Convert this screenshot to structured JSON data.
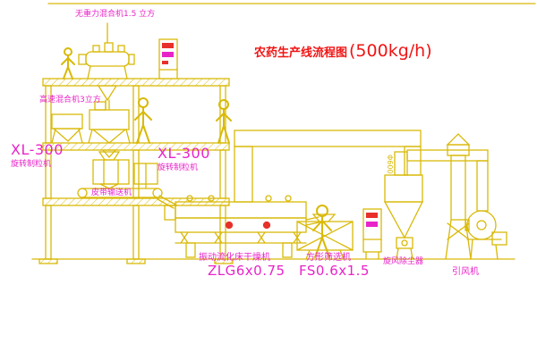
{
  "title": {
    "main": "农药生产线流程图",
    "capacity": "(500kg/h)"
  },
  "colors": {
    "line": "#d9b908",
    "label_magenta": "#e824c8",
    "title_red": "#f01515",
    "button_red": "#e8302a"
  },
  "labels": {
    "gravity_mixer": "无重力混合机1.5 立方",
    "high_speed_mixer": "高速混合机3立方",
    "granulator_left_model": "XL-300",
    "granulator_left_name": "旋转制粒机",
    "granulator_mid_model": "XL-300",
    "granulator_mid_name": "旋转制粒机",
    "belt_conveyor": "皮带输送机",
    "dryer_name": "振动流化床干燥机",
    "dryer_model": "ZLG6x0.75",
    "sieve_name": "方形筛选机",
    "sieve_model": "FS0.6x1.5",
    "cyclone": "旋风除尘器",
    "fan": "引风机",
    "duct_size": "Φ600"
  }
}
